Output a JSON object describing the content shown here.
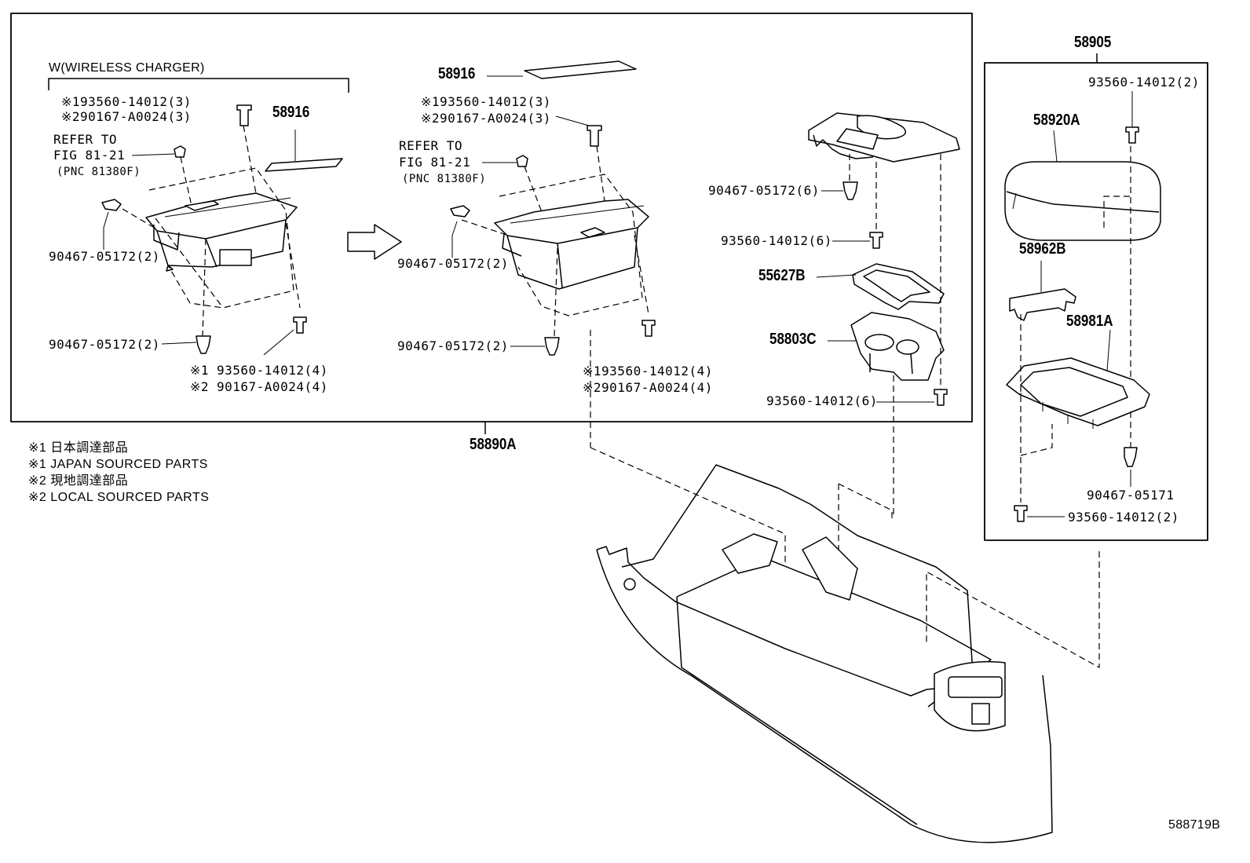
{
  "main_box": {
    "wireless_title": "W(WIRELESS CHARGER)",
    "left": {
      "fastener_top_1": "※193560-14012(3)",
      "fastener_top_2": "※290167-A0024(3)",
      "part_58916": "58916",
      "refer_1": "REFER TO",
      "refer_2": "FIG 81-21",
      "refer_3": "(PNC 81380F)",
      "clip_side": "90467-05172(2)",
      "clip_bottom": "90467-05172(2)",
      "screw_bottom_1_mark": "※1",
      "screw_bottom_1": "93560-14012(4)",
      "screw_bottom_2_mark": "※2",
      "screw_bottom_2": "90167-A0024(4)"
    },
    "middle": {
      "part_58916": "58916",
      "fastener_top_1": "※193560-14012(3)",
      "fastener_top_2": "※290167-A0024(3)",
      "refer_1": "REFER TO",
      "refer_2": "FIG 81-21",
      "refer_3": "(PNC 81380F)",
      "clip_side": "90467-05172(2)",
      "clip_bottom": "90467-05172(2)",
      "screw_bottom_1": "※193560-14012(4)",
      "screw_bottom_2": "※290167-A0024(4)"
    },
    "right": {
      "clip_6": "90467-05172(6)",
      "screw_6_a": "93560-14012(6)",
      "part_55627B": "55627B",
      "part_58803C": "58803C",
      "screw_6_b": "93560-14012(6)"
    },
    "assembly_number": "58890A"
  },
  "side_box": {
    "assembly_number": "58905",
    "screw_top": "93560-14012(2)",
    "part_58920A": "58920A",
    "part_58962B": "58962B",
    "part_58981A": "58981A",
    "clip": "90467-05171",
    "screw_bottom": "93560-14012(2)"
  },
  "notes": [
    "※1 日本調達部品",
    "※1 JAPAN SOURCED PARTS",
    "※2 現地調達部品",
    "※2 LOCAL SOURCED PARTS"
  ],
  "figure_id": "588719B"
}
